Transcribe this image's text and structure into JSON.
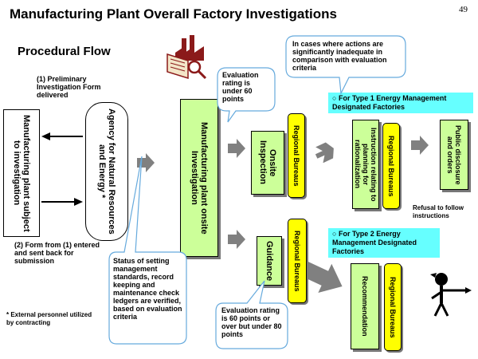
{
  "page": {
    "title": "Manufacturing Plant Overall Factory Investigations",
    "page_number": "49",
    "subtitle": "Procedural Flow"
  },
  "nodes": {
    "manufacturing_plant": "Manufacturing plant subject to investigation",
    "agency": "Agency for Natural Resources and Energy *",
    "onsite_investigation": "Manufacturing plant onsite Investigation",
    "onsite_inspection": "Onsite Inspection",
    "guidance": "Guidance",
    "regional_bureaus_1": "Regional Bureaus",
    "regional_bureaus_2": "Regional Bureaus",
    "regional_bureaus_3": "Regional Bureaus",
    "regional_bureaus_4": "Regional Bureaus",
    "instruction": "Instruction relating to planning for rationalization",
    "public_disclosure": "Public disclosure and orders",
    "recommendation": "Recommendation"
  },
  "labels": {
    "step1": "(1) Preliminary Investigation Form delivered",
    "step2": "(2) Form from (1) entered and sent back for submission",
    "external_note": "* External personnel utilized by contracting",
    "refusal": "Refusal to follow instructions",
    "type1": "For Type 1 Energy Management Designated Factories",
    "type2": "For Type 2 Energy Management Designated Factories"
  },
  "callouts": {
    "under60": "Evaluation rating is under 60 points",
    "inadequate": "In cases where actions are significantly inadequate in comparison with evaluation criteria",
    "status": "Status of setting management standards, record keeping and maintenance check ledgers are verified, based on evaluation criteria",
    "over60": "Evaluation rating is 60 points or over but under 80 points"
  },
  "icons": {
    "circle_marker": "○",
    "factory_illustration": "factory-inspection-icon",
    "pointing_figure": "pointing-person-icon"
  },
  "colors": {
    "green_box": "#ccff99",
    "yellow_box": "#ffff00",
    "cyan_banner": "#66ffff",
    "arrow_gray": "#808080"
  }
}
